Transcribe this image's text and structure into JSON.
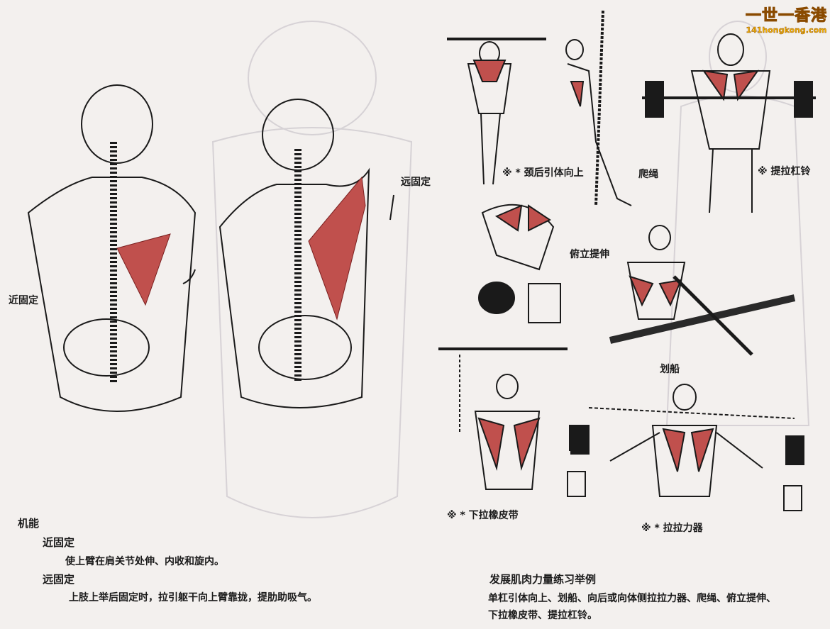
{
  "watermark": {
    "title": "一世一香港",
    "site": "141hongkong.com"
  },
  "anatomy_labels": {
    "near_fixed": "近固定",
    "far_fixed": "远固定"
  },
  "exercises": {
    "pullup_behind_neck": "※ * 颈后引体向上",
    "rope_climb": "爬绳",
    "barbell_pull": "※ 提拉杠铃",
    "bent_over_extension": "俯立提伸",
    "rowing": "划船",
    "pulldown_rubber_band": "※ * 下拉橡皮带",
    "pull_expander": "※ * 拉拉力器"
  },
  "function": {
    "heading": "机能",
    "near_fixed_title": "近固定",
    "near_fixed_text": "使上臂在肩关节处伸、内收和旋内。",
    "far_fixed_title": "远固定",
    "far_fixed_text": "上肢上举后固定时，拉引躯干向上臂靠拢，提肋助吸气。"
  },
  "training": {
    "heading": "发展肌肉力量练习举例",
    "line1": "单杠引体向上、划船、向后或向体侧拉拉力器、爬绳、俯立提伸、",
    "line2": "下拉橡皮带、提拉杠铃。"
  },
  "colors": {
    "muscle": "#c0504d",
    "ink": "#1a1a1a",
    "paper": "#f3f0ee",
    "ghost": "#c9c6c8"
  }
}
